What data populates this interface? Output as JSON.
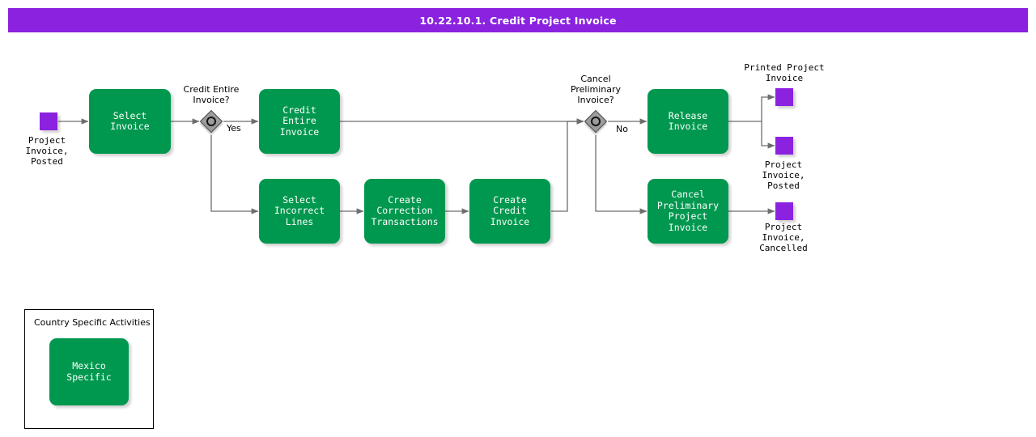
{
  "header": {
    "title": "10.22.10.1. Credit Project Invoice",
    "bar_color": "#8A22E0",
    "text_color": "#FFFFFF"
  },
  "palette": {
    "task_green": "#00984F",
    "event_purple": "#8A22E0",
    "gateway_gray": "#9C9C9C",
    "connector_gray": "#6E6E6E",
    "background": "#FFFFFF"
  },
  "diagram": {
    "type": "bpmn-process-flow",
    "events": [
      {
        "id": "start-project-invoice-posted",
        "label": "Project\nInvoice,\nPosted",
        "kind": "start"
      },
      {
        "id": "end-printed-project-invoice",
        "label": "Printed Project\nInvoice",
        "kind": "end"
      },
      {
        "id": "end-project-invoice-posted",
        "label": "Project\nInvoice,\nPosted",
        "kind": "end"
      },
      {
        "id": "end-project-invoice-cancelled",
        "label": "Project\nInvoice,\nCancelled",
        "kind": "end"
      }
    ],
    "tasks": [
      {
        "id": "select-invoice",
        "label": "Select Invoice"
      },
      {
        "id": "credit-entire-invoice",
        "label": "Credit Entire\nInvoice"
      },
      {
        "id": "select-incorrect-lines",
        "label": "Select Incorrect\nLines"
      },
      {
        "id": "create-correction-transactions",
        "label": "Create\nCorrection\nTransactions"
      },
      {
        "id": "create-credit-invoice",
        "label": "Create Credit\nInvoice"
      },
      {
        "id": "release-invoice",
        "label": "Release Invoice"
      },
      {
        "id": "cancel-preliminary-project-invoice",
        "label": "Cancel\nPreliminary\nProject Invoice"
      },
      {
        "id": "mexico-specific",
        "label": "Mexico Specific"
      }
    ],
    "gateways": [
      {
        "id": "credit-entire-invoice-gateway",
        "label": "Credit Entire\nInvoice?",
        "shape": "inclusive"
      },
      {
        "id": "cancel-preliminary-invoice-gateway",
        "label": "Cancel\nPreliminary\nInvoice?",
        "shape": "inclusive"
      }
    ],
    "flow_labels": [
      {
        "id": "flow-yes",
        "label": "Yes"
      },
      {
        "id": "flow-no",
        "label": "No"
      }
    ],
    "group": {
      "id": "country-specific-activities",
      "title": "Country Specific Activities"
    }
  }
}
